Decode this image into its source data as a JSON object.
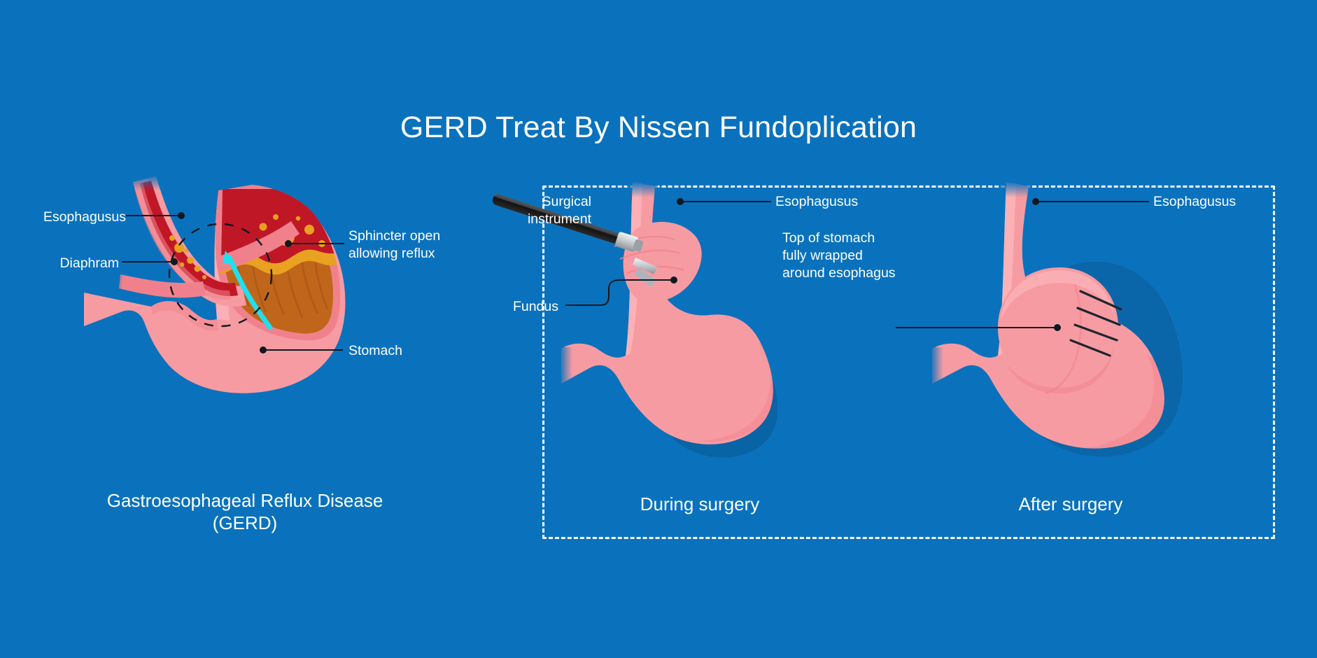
{
  "background_color": "#0a72bd",
  "title": "GERD Treat By Nissen Fundoplication",
  "panels": {
    "gerd": {
      "caption": "Gastroesophageal Reflux Disease\n(GERD)",
      "labels": {
        "esophagusus": "Esophagusus",
        "diaphram": "Diaphram",
        "sphincter": "Sphincter open\nallowing reflux",
        "stomach": "Stomach"
      }
    },
    "during": {
      "caption": "During surgery",
      "labels": {
        "surgical_instrument": "Surgical\ninstrument",
        "esophagusus": "Esophagusus",
        "fundus": "Fundus"
      }
    },
    "after": {
      "caption": "After surgery",
      "labels": {
        "esophagusus": "Esophagusus",
        "wrap": "Top of stomach\nfully wrapped\naround esophagus"
      }
    }
  },
  "colors": {
    "background": "#0a72bd",
    "text": "#ffffff",
    "organ_pink": "#f79ba2",
    "organ_pink_dark": "#f0818c",
    "organ_pink_light": "#fbb7bc",
    "esophagus_lumen": "#c01727",
    "stomach_interior": "#c0661b",
    "rugae": "#e08b1f",
    "acid_gold": "#e8a120",
    "reflux_arrow": "#1ee0ee",
    "instrument_dark": "#1c1c1c",
    "instrument_steel": "#c8ccd0",
    "leader_line": "#111820"
  }
}
